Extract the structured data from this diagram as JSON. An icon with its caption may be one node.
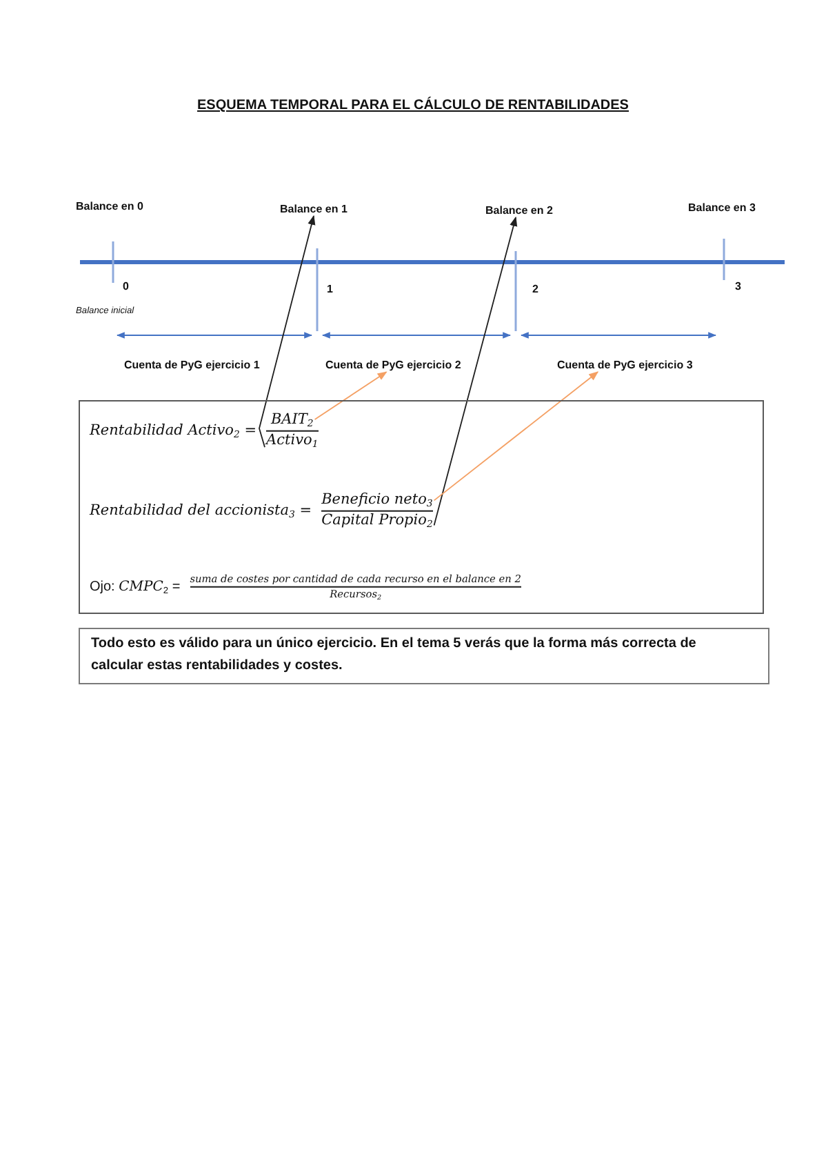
{
  "diagram": {
    "title": "ESQUEMA TEMPORAL PARA EL CÁLCULO DE RENTABILIDADES",
    "nodes": [
      {
        "text": [
          "Balance en 1"
        ]
      },
      {
        "text": [
          "Balance en 2"
        ]
      },
      {
        "text": [
          "Cuenta de PyG ejercicio 2"
        ]
      },
      {
        "text": [
          "Cuenta de PyG ejercicio 3"
        ]
      },
      {
        "text": [
          "Rentabilidad Activo$_{2}$ =",
          "Rentabilidad del accionista$_{3}$ =",
          "Ojo: *CMPC*$_{2}$ =",
          "suma de costes por cantidad de cada recurso en el balance en 2",
          "Recursos$_{2}$"
        ]
      },
      {
        "text": [
          "BAIT$_{2}$"
        ],
        "in": 4
      },
      {
        "text": [
          "Activo$_{1}$"
        ],
        "in": 4
      },
      {
        "text": [
          "Beneficio neto$_{3}$"
        ],
        "in": 4
      },
      {
        "text": [
          "Capital Propio$_{2}$"
        ],
        "in": 4
      },
      {
        "text": [
          "Todo esto es válido para un único ejercicio. En el tema 5 verás que la forma más correcta de calcular estas rentabilidades y costes."
        ]
      }
    ],
    "edges": [
      {
        "from": 6,
        "to": 0,
        "arrow": "to"
      },
      {
        "from": 5,
        "to": 2,
        "arrow": "to",
        "color": "#f4a064"
      },
      {
        "from": 8,
        "to": 1,
        "arrow": "to"
      },
      {
        "from": 7,
        "to": 3,
        "arrow": "to",
        "color": "#f4a064"
      }
    ],
    "labels": [
      "Balance en 0",
      "Balance en 3",
      "0",
      "1",
      "2",
      "3",
      "Balance inicial",
      "Cuenta de PyG ejercicio 1"
    ]
  }
}
